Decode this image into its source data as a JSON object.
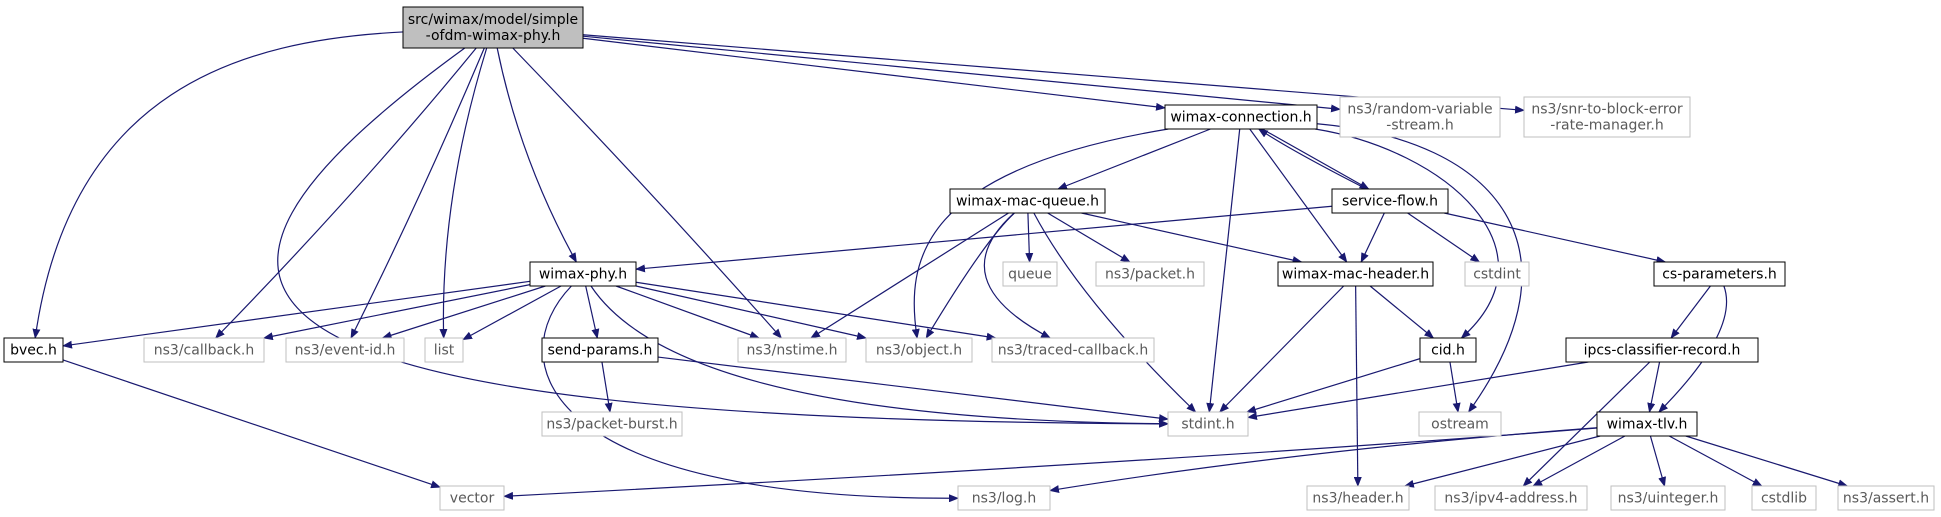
{
  "diagram": {
    "nodes": [
      {
        "id": "root",
        "lines": [
          "src/wimax/model/simple",
          "-ofdm-wimax-phy.h"
        ],
        "kind": "root"
      },
      {
        "id": "wimax-connection",
        "lines": [
          "wimax-connection.h"
        ],
        "kind": "local"
      },
      {
        "id": "random-variable-stream",
        "lines": [
          "ns3/random-variable",
          "-stream.h"
        ],
        "kind": "external"
      },
      {
        "id": "snr-to-block-error",
        "lines": [
          "ns3/snr-to-block-error",
          "-rate-manager.h"
        ],
        "kind": "external"
      },
      {
        "id": "wimax-mac-queue",
        "lines": [
          "wimax-mac-queue.h"
        ],
        "kind": "local"
      },
      {
        "id": "service-flow",
        "lines": [
          "service-flow.h"
        ],
        "kind": "local"
      },
      {
        "id": "wimax-phy",
        "lines": [
          "wimax-phy.h"
        ],
        "kind": "local"
      },
      {
        "id": "queue",
        "lines": [
          "queue"
        ],
        "kind": "external"
      },
      {
        "id": "ns3-packet",
        "lines": [
          "ns3/packet.h"
        ],
        "kind": "external"
      },
      {
        "id": "wimax-mac-header",
        "lines": [
          "wimax-mac-header.h"
        ],
        "kind": "local"
      },
      {
        "id": "cstdint",
        "lines": [
          "cstdint"
        ],
        "kind": "external"
      },
      {
        "id": "cs-parameters",
        "lines": [
          "cs-parameters.h"
        ],
        "kind": "local"
      },
      {
        "id": "bvec",
        "lines": [
          "bvec.h"
        ],
        "kind": "local"
      },
      {
        "id": "ns3-callback",
        "lines": [
          "ns3/callback.h"
        ],
        "kind": "external"
      },
      {
        "id": "ns3-event-id",
        "lines": [
          "ns3/event-id.h"
        ],
        "kind": "external"
      },
      {
        "id": "list",
        "lines": [
          "list"
        ],
        "kind": "external"
      },
      {
        "id": "send-params",
        "lines": [
          "send-params.h"
        ],
        "kind": "local"
      },
      {
        "id": "ns3-nstime",
        "lines": [
          "ns3/nstime.h"
        ],
        "kind": "external"
      },
      {
        "id": "ns3-object",
        "lines": [
          "ns3/object.h"
        ],
        "kind": "external"
      },
      {
        "id": "ns3-traced-callback",
        "lines": [
          "ns3/traced-callback.h"
        ],
        "kind": "external"
      },
      {
        "id": "cid",
        "lines": [
          "cid.h"
        ],
        "kind": "local"
      },
      {
        "id": "ipcs-classifier-record",
        "lines": [
          "ipcs-classifier-record.h"
        ],
        "kind": "local"
      },
      {
        "id": "ns3-packet-burst",
        "lines": [
          "ns3/packet-burst.h"
        ],
        "kind": "external"
      },
      {
        "id": "stdint",
        "lines": [
          "stdint.h"
        ],
        "kind": "external"
      },
      {
        "id": "ostream",
        "lines": [
          "ostream"
        ],
        "kind": "external"
      },
      {
        "id": "wimax-tlv",
        "lines": [
          "wimax-tlv.h"
        ],
        "kind": "local"
      },
      {
        "id": "vector",
        "lines": [
          "vector"
        ],
        "kind": "external"
      },
      {
        "id": "ns3-log",
        "lines": [
          "ns3/log.h"
        ],
        "kind": "external"
      },
      {
        "id": "ns3-header",
        "lines": [
          "ns3/header.h"
        ],
        "kind": "external"
      },
      {
        "id": "ns3-ipv4-address",
        "lines": [
          "ns3/ipv4-address.h"
        ],
        "kind": "external"
      },
      {
        "id": "ns3-uinteger",
        "lines": [
          "ns3/uinteger.h"
        ],
        "kind": "external"
      },
      {
        "id": "cstdlib",
        "lines": [
          "cstdlib"
        ],
        "kind": "external"
      },
      {
        "id": "ns3-assert",
        "lines": [
          "ns3/assert.h"
        ],
        "kind": "external"
      }
    ],
    "edges": [
      [
        "root",
        "bvec"
      ],
      [
        "root",
        "stdint"
      ],
      [
        "root",
        "ns3-callback"
      ],
      [
        "root",
        "ns3-event-id"
      ],
      [
        "root",
        "list"
      ],
      [
        "root",
        "wimax-phy"
      ],
      [
        "root",
        "ns3-nstime"
      ],
      [
        "root",
        "wimax-connection"
      ],
      [
        "root",
        "random-variable-stream"
      ],
      [
        "root",
        "snr-to-block-error"
      ],
      [
        "wimax-connection",
        "ns3-object"
      ],
      [
        "wimax-connection",
        "wimax-mac-queue"
      ],
      [
        "wimax-connection",
        "stdint"
      ],
      [
        "wimax-connection",
        "wimax-mac-header"
      ],
      [
        "wimax-connection",
        "service-flow"
      ],
      [
        "wimax-connection",
        "cid"
      ],
      [
        "wimax-connection",
        "ostream"
      ],
      [
        "service-flow",
        "wimax-connection"
      ],
      [
        "service-flow",
        "wimax-phy"
      ],
      [
        "service-flow",
        "wimax-mac-header"
      ],
      [
        "service-flow",
        "cstdint"
      ],
      [
        "service-flow",
        "cs-parameters"
      ],
      [
        "wimax-mac-queue",
        "queue"
      ],
      [
        "wimax-mac-queue",
        "ns3-packet"
      ],
      [
        "wimax-mac-queue",
        "wimax-mac-header"
      ],
      [
        "wimax-mac-queue",
        "ns3-nstime"
      ],
      [
        "wimax-mac-queue",
        "ns3-object"
      ],
      [
        "wimax-mac-queue",
        "ns3-traced-callback"
      ],
      [
        "wimax-mac-queue",
        "stdint"
      ],
      [
        "wimax-phy",
        "bvec"
      ],
      [
        "wimax-phy",
        "ns3-callback"
      ],
      [
        "wimax-phy",
        "ns3-event-id"
      ],
      [
        "wimax-phy",
        "list"
      ],
      [
        "wimax-phy",
        "send-params"
      ],
      [
        "wimax-phy",
        "ns3-nstime"
      ],
      [
        "wimax-phy",
        "ns3-object"
      ],
      [
        "wimax-phy",
        "ns3-traced-callback"
      ],
      [
        "wimax-phy",
        "stdint"
      ],
      [
        "wimax-phy",
        "ns3-log"
      ],
      [
        "wimax-mac-header",
        "cid"
      ],
      [
        "wimax-mac-header",
        "stdint"
      ],
      [
        "wimax-mac-header",
        "ns3-header"
      ],
      [
        "cs-parameters",
        "ipcs-classifier-record"
      ],
      [
        "cs-parameters",
        "wimax-tlv"
      ],
      [
        "bvec",
        "vector"
      ],
      [
        "send-params",
        "ns3-packet-burst"
      ],
      [
        "send-params",
        "stdint"
      ],
      [
        "cid",
        "stdint"
      ],
      [
        "cid",
        "ostream"
      ],
      [
        "ipcs-classifier-record",
        "stdint"
      ],
      [
        "ipcs-classifier-record",
        "ns3-ipv4-address"
      ],
      [
        "ipcs-classifier-record",
        "wimax-tlv"
      ],
      [
        "wimax-tlv",
        "vector"
      ],
      [
        "wimax-tlv",
        "ns3-log"
      ],
      [
        "wimax-tlv",
        "ns3-header"
      ],
      [
        "wimax-tlv",
        "ns3-ipv4-address"
      ],
      [
        "wimax-tlv",
        "ns3-uinteger"
      ],
      [
        "wimax-tlv",
        "cstdlib"
      ],
      [
        "wimax-tlv",
        "ns3-assert"
      ]
    ],
    "colors": {
      "edge": "#191970",
      "local_border": "#000000",
      "external_border": "#bfbfbf",
      "root_fill": "#bfbfbf",
      "node_fill": "#ffffff",
      "external_text": "#5a5a5a"
    }
  }
}
